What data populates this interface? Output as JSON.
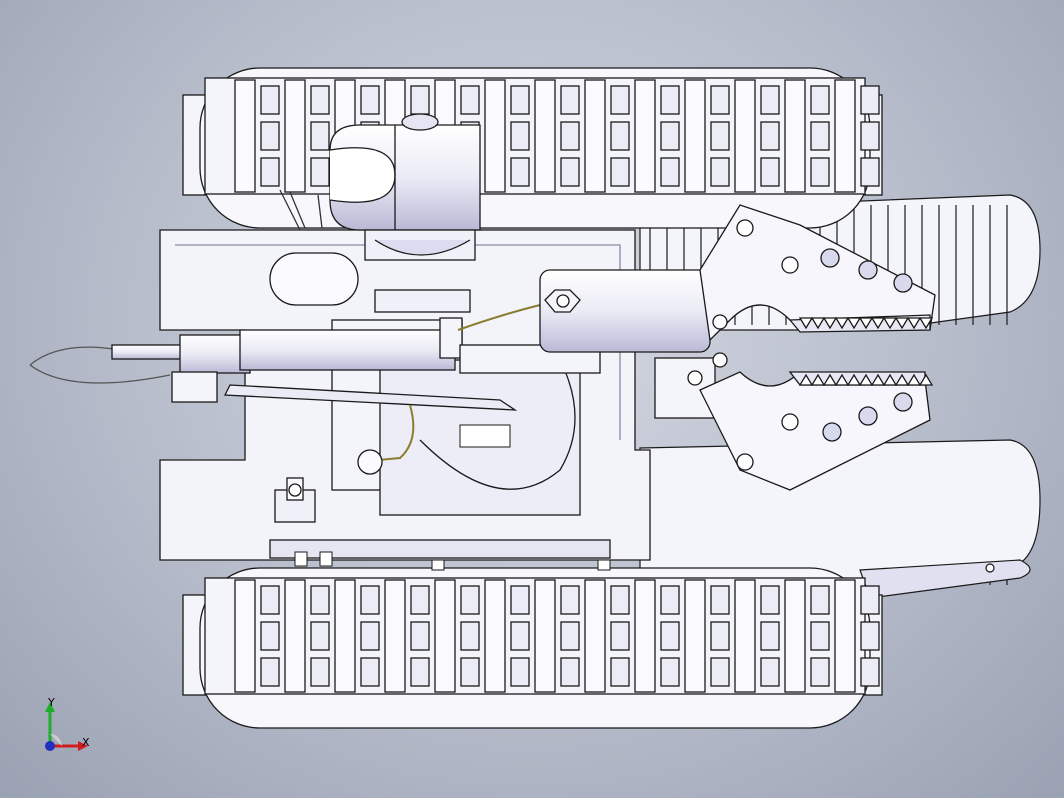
{
  "view": {
    "background_top": "#d4d8e2",
    "background_bottom": "#9aa1b2",
    "part_fill": "#f4f4fb",
    "part_shade": "#d2d3ea",
    "edge_color": "#1a1a1a"
  },
  "triad": {
    "x_label": "X",
    "y_label": "Y",
    "x_color": "#d11d1d",
    "y_color": "#1fae2a",
    "z_color": "#1f2fbf"
  },
  "track_modules": {
    "main_track_top": {
      "ribs": 13
    },
    "main_track_bottom": {
      "ribs": 13
    },
    "flipper_tracks": {
      "teeth": 22
    }
  },
  "icons": [
    "coordinate-triad-icon"
  ]
}
